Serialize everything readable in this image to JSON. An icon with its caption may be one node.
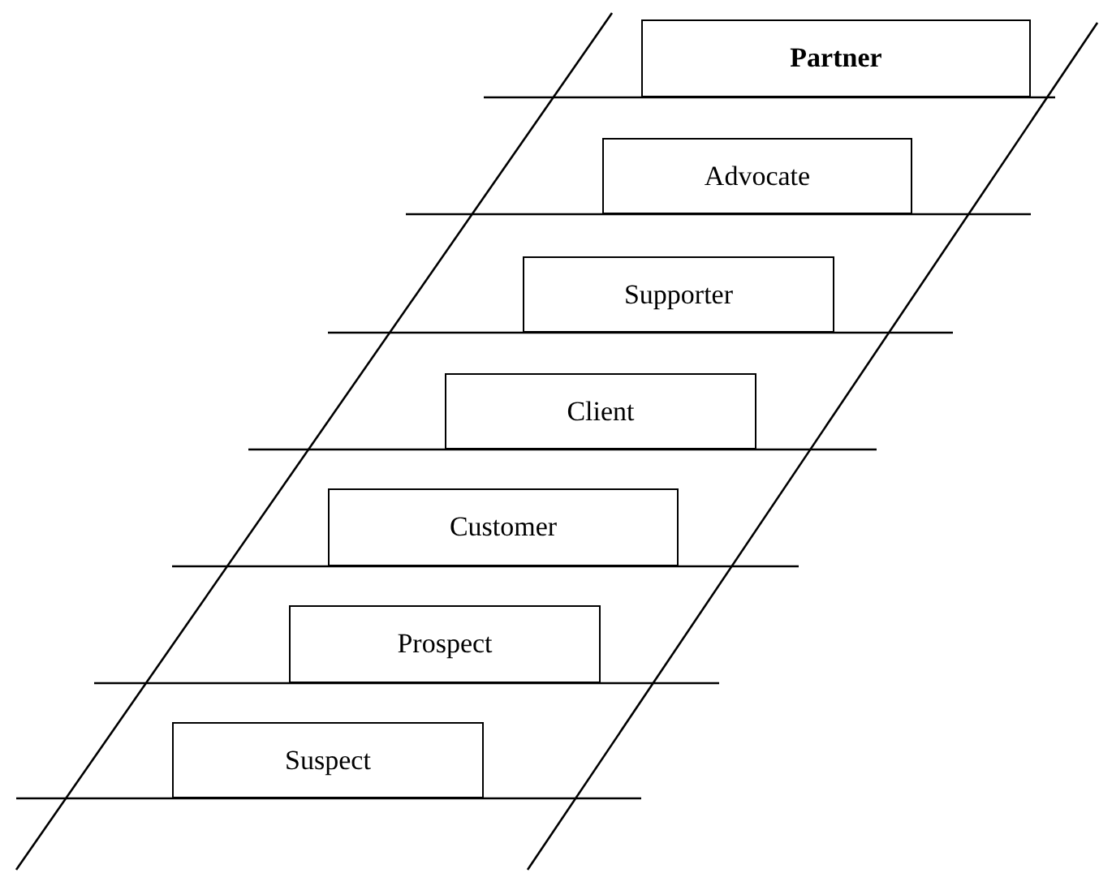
{
  "diagram": {
    "nodes": [
      {
        "text": [
          "Partner"
        ]
      },
      {
        "text": [
          "Advocate"
        ]
      },
      {
        "text": [
          "Supporter"
        ]
      },
      {
        "text": [
          "Client"
        ]
      },
      {
        "text": [
          "Customer"
        ]
      },
      {
        "text": [
          "Prospect"
        ]
      },
      {
        "text": [
          "Suspect"
        ]
      }
    ]
  }
}
